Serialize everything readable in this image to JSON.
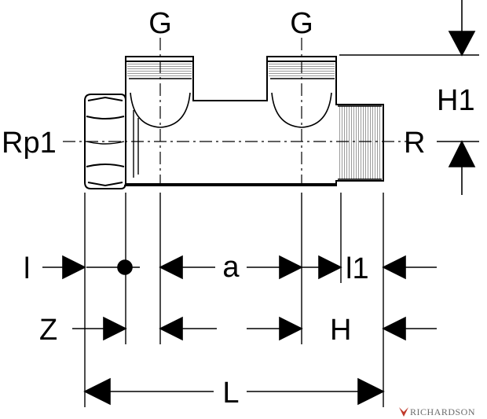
{
  "labels": {
    "outlet_left": "G",
    "outlet_right": "G",
    "inlet_thread": "Rp1",
    "outlet_thread": "R",
    "height_offset": "H1",
    "dim_l": "l",
    "dim_a": "a",
    "dim_l1": "l1",
    "dim_z": "Z",
    "dim_h": "H",
    "dim_total": "L"
  },
  "watermark": {
    "text": "RICHARDSON"
  },
  "colors": {
    "line": "#000000",
    "background": "#ffffff",
    "watermark_text": "#6b6b6b",
    "watermark_logo": "#c0392b"
  }
}
